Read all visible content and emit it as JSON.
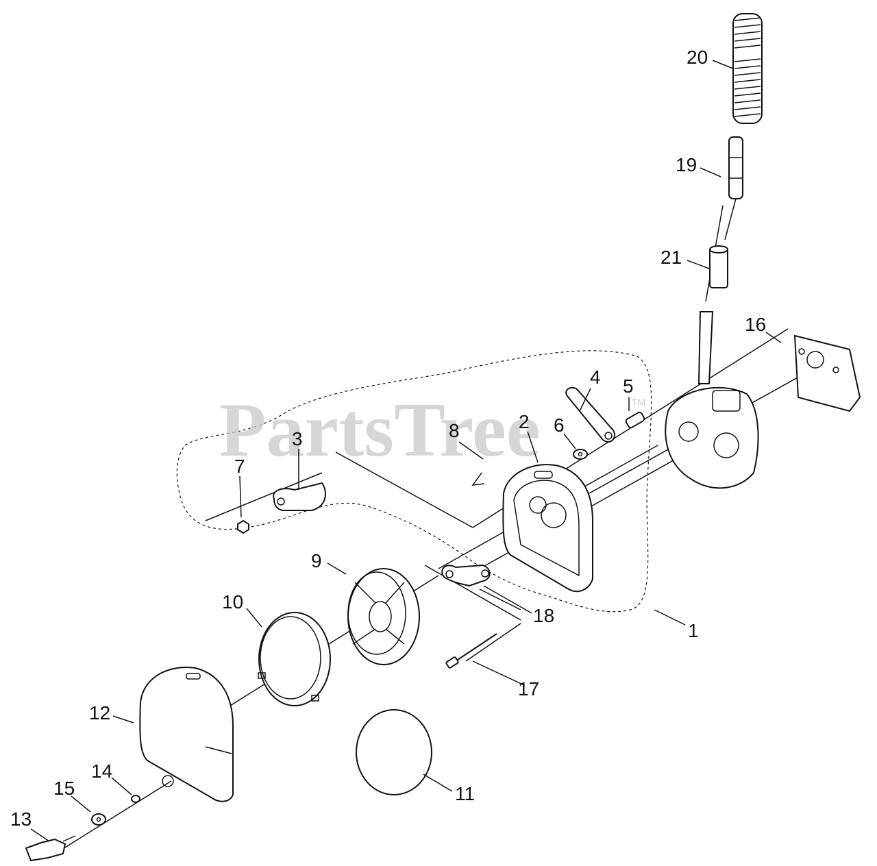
{
  "watermark": {
    "text": "PartsTree",
    "trademark": "TM"
  },
  "callouts": {
    "c1": "1",
    "c2": "2",
    "c3": "3",
    "c4": "4",
    "c5": "5",
    "c6": "6",
    "c7": "7",
    "c8": "8",
    "c9": "9",
    "c10": "10",
    "c11": "11",
    "c12": "12",
    "c13": "13",
    "c14": "14",
    "c15": "15",
    "c16": "16",
    "c17": "17",
    "c18": "18",
    "c19": "19",
    "c20": "20",
    "c21": "21"
  },
  "colors": {
    "line": "#111111",
    "watermark": "#c8c8c8",
    "background": "#ffffff"
  }
}
